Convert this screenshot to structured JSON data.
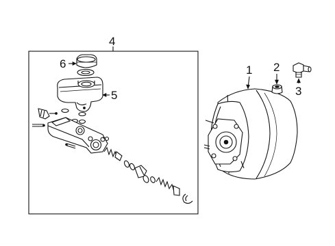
{
  "callouts": {
    "c1": "1",
    "c2": "2",
    "c3": "3",
    "c4": "4",
    "c5": "5",
    "c6": "6"
  },
  "parts": [
    {
      "callout": "1",
      "icon": "brake-booster-icon"
    },
    {
      "callout": "2",
      "icon": "grommet-icon"
    },
    {
      "callout": "3",
      "icon": "check-valve-icon"
    },
    {
      "callout": "4",
      "icon": "master-cylinder-assembly-icon"
    },
    {
      "callout": "5",
      "icon": "fluid-reservoir-icon"
    },
    {
      "callout": "6",
      "icon": "reservoir-cap-icon"
    }
  ]
}
